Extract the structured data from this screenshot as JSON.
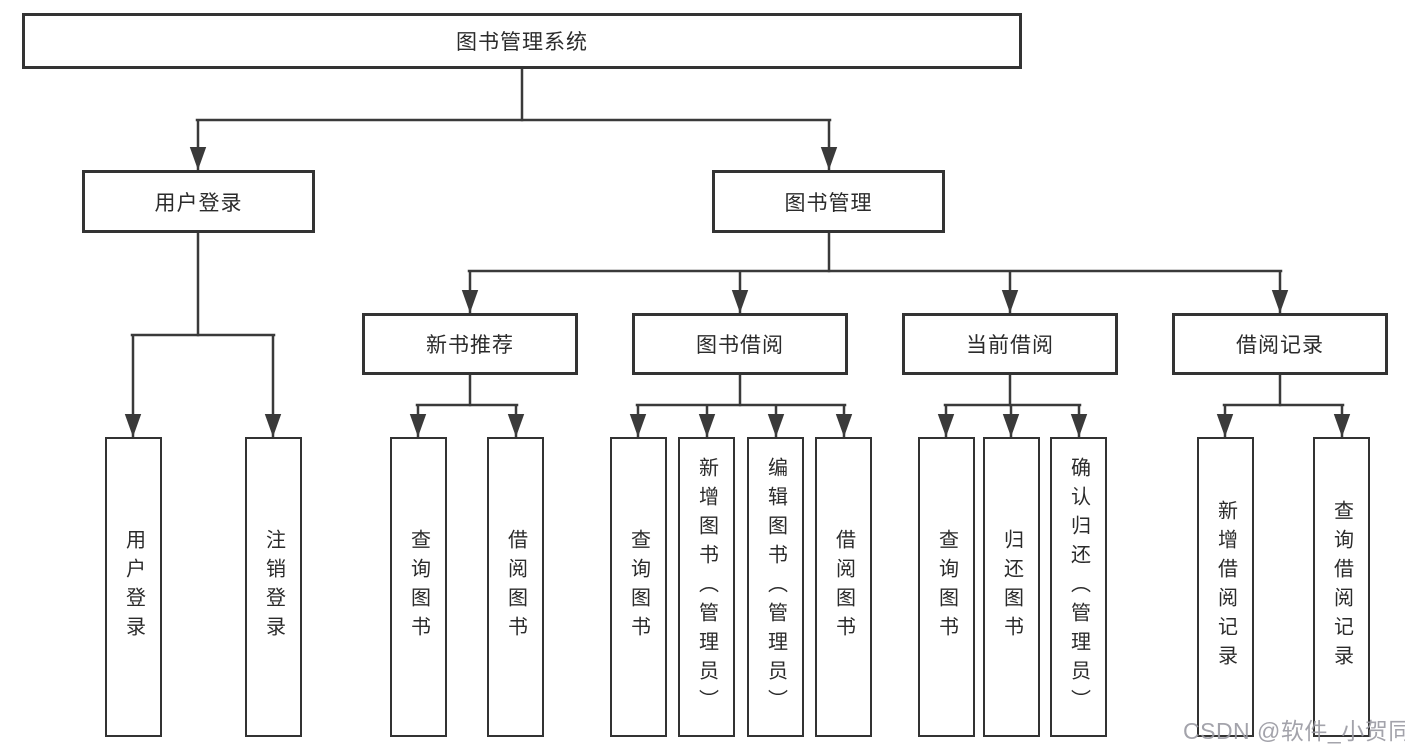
{
  "diagram_title": "图书管理系统",
  "root": {
    "label": "图书管理系统"
  },
  "level2": [
    {
      "label": "用户登录"
    },
    {
      "label": "图书管理"
    }
  ],
  "level3": [
    {
      "label": "新书推荐"
    },
    {
      "label": "图书借阅"
    },
    {
      "label": "当前借阅"
    },
    {
      "label": "借阅记录"
    }
  ],
  "leaves": {
    "user": [
      {
        "label": "用户登录"
      },
      {
        "label": "注销登录"
      }
    ],
    "recommend": [
      {
        "label": "查询图书"
      },
      {
        "label": "借阅图书"
      }
    ],
    "borrow": [
      {
        "label": "查询图书"
      },
      {
        "label": "新增图书（管理员）"
      },
      {
        "label": "编辑图书（管理员）"
      },
      {
        "label": "借阅图书"
      }
    ],
    "current": [
      {
        "label": "查询图书"
      },
      {
        "label": "归还图书"
      },
      {
        "label": "确认归还（管理员）"
      }
    ],
    "records": [
      {
        "label": "新增借阅记录"
      },
      {
        "label": "查询借阅记录"
      }
    ]
  },
  "watermark": {
    "text": "CSDN @软件_小贺同学"
  },
  "colors": {
    "line": "#3a3a3a",
    "box_border": "#333333",
    "box_fill": "#ffffff",
    "text": "#2b2b2b",
    "watermark": "#9a9aa2"
  }
}
